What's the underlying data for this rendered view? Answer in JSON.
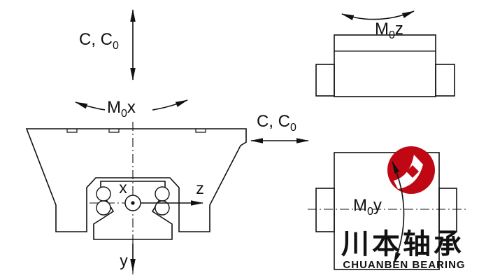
{
  "labels": {
    "load_top": {
      "base": "C, C",
      "sub": "0"
    },
    "load_side": {
      "base": "C, C",
      "sub": "0"
    },
    "moment_x": {
      "base": "M",
      "sub": "0",
      "axis": "x"
    },
    "moment_y": {
      "base": "M",
      "sub": "0",
      "axis": "y"
    },
    "moment_z": {
      "base": "M",
      "sub": "0",
      "axis": "z"
    },
    "axes": {
      "x": "x",
      "y": "y",
      "z": "z"
    }
  },
  "watermark": {
    "chinese": "川本轴承",
    "english": "CHUANBEN BEARING",
    "logo_color": "#c00714",
    "chinese_color": "#b9b9b9",
    "english_color": "#d04a4a"
  },
  "colors": {
    "ink": "#111111",
    "background": "#ffffff"
  }
}
